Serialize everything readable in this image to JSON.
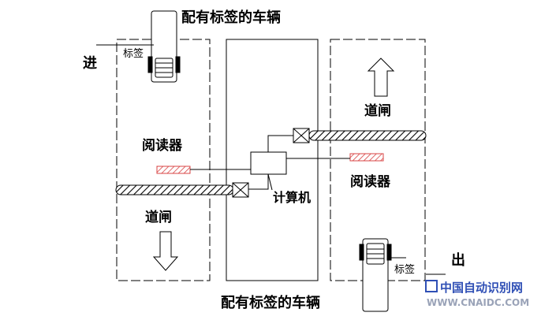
{
  "labels": {
    "vehicle_top": "配有标签的车辆",
    "vehicle_bottom": "配有标签的车辆",
    "tag_top": "标签",
    "tag_bottom": "标签",
    "entry": "进",
    "exit": "出",
    "reader_left": "阅读器",
    "reader_right": "阅读器",
    "gate_left": "道闸",
    "gate_right": "道闸",
    "computer": "计算机"
  },
  "watermark": {
    "chinese": "中国自动识别网",
    "url": "WWW.CNAIDC.COM",
    "colors": {
      "blue": "#2f4fb5",
      "red": "#d8262f",
      "gray": "#9aa3b8"
    }
  },
  "colors": {
    "reader": "#d84444",
    "line": "#000000"
  }
}
